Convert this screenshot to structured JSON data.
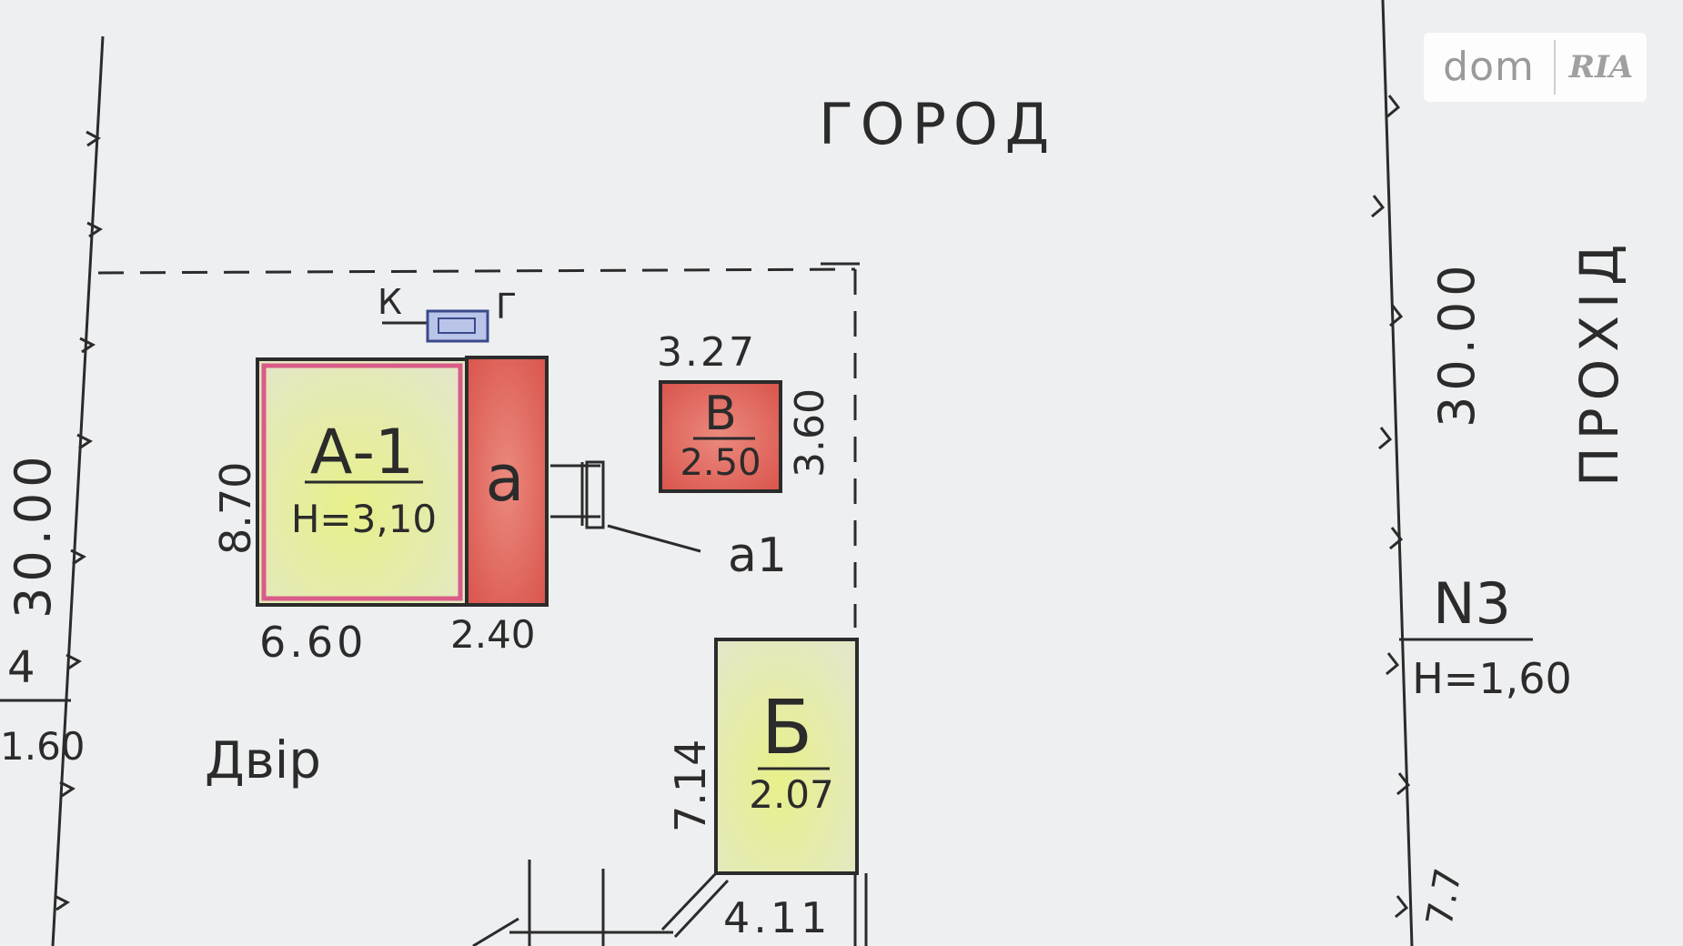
{
  "watermark": {
    "dom": "dom",
    "ria": "RIA"
  },
  "labels": {
    "north": "ГОРОД",
    "east": "ПРОХІД",
    "yard": "Двір"
  },
  "buildings": {
    "a1_label": "А-1",
    "a1_height": "Н=3,10",
    "a_label": "а",
    "a1_porch_label": "а1",
    "v_label": "В",
    "v_height": "2.50",
    "b_label": "Б",
    "b_height": "2.07",
    "k_label": "К",
    "g_label": "Г",
    "n3_label": "N3",
    "n3_height": "Н=1,60"
  },
  "dimensions": {
    "left_boundary": "30.00",
    "right_boundary": "30.00",
    "a1_height_dim": "8.70",
    "a1_width_dim": "6.60",
    "a_width_dim": "2.40",
    "v_width_dim": "3.27",
    "v_depth_dim": "3.60",
    "b_depth_dim": "7.14",
    "b_width_dim": "4.11",
    "left_partial_num": "4",
    "left_partial_h": "1.60",
    "right_bottom_dim": "7.7"
  },
  "colors": {
    "paper": "#e9eaec",
    "ink": "#2b2b2b",
    "red_fill": "#e0655d",
    "yellow_fill": "#e6ecab",
    "blue_fill": "#b9c4e8"
  }
}
